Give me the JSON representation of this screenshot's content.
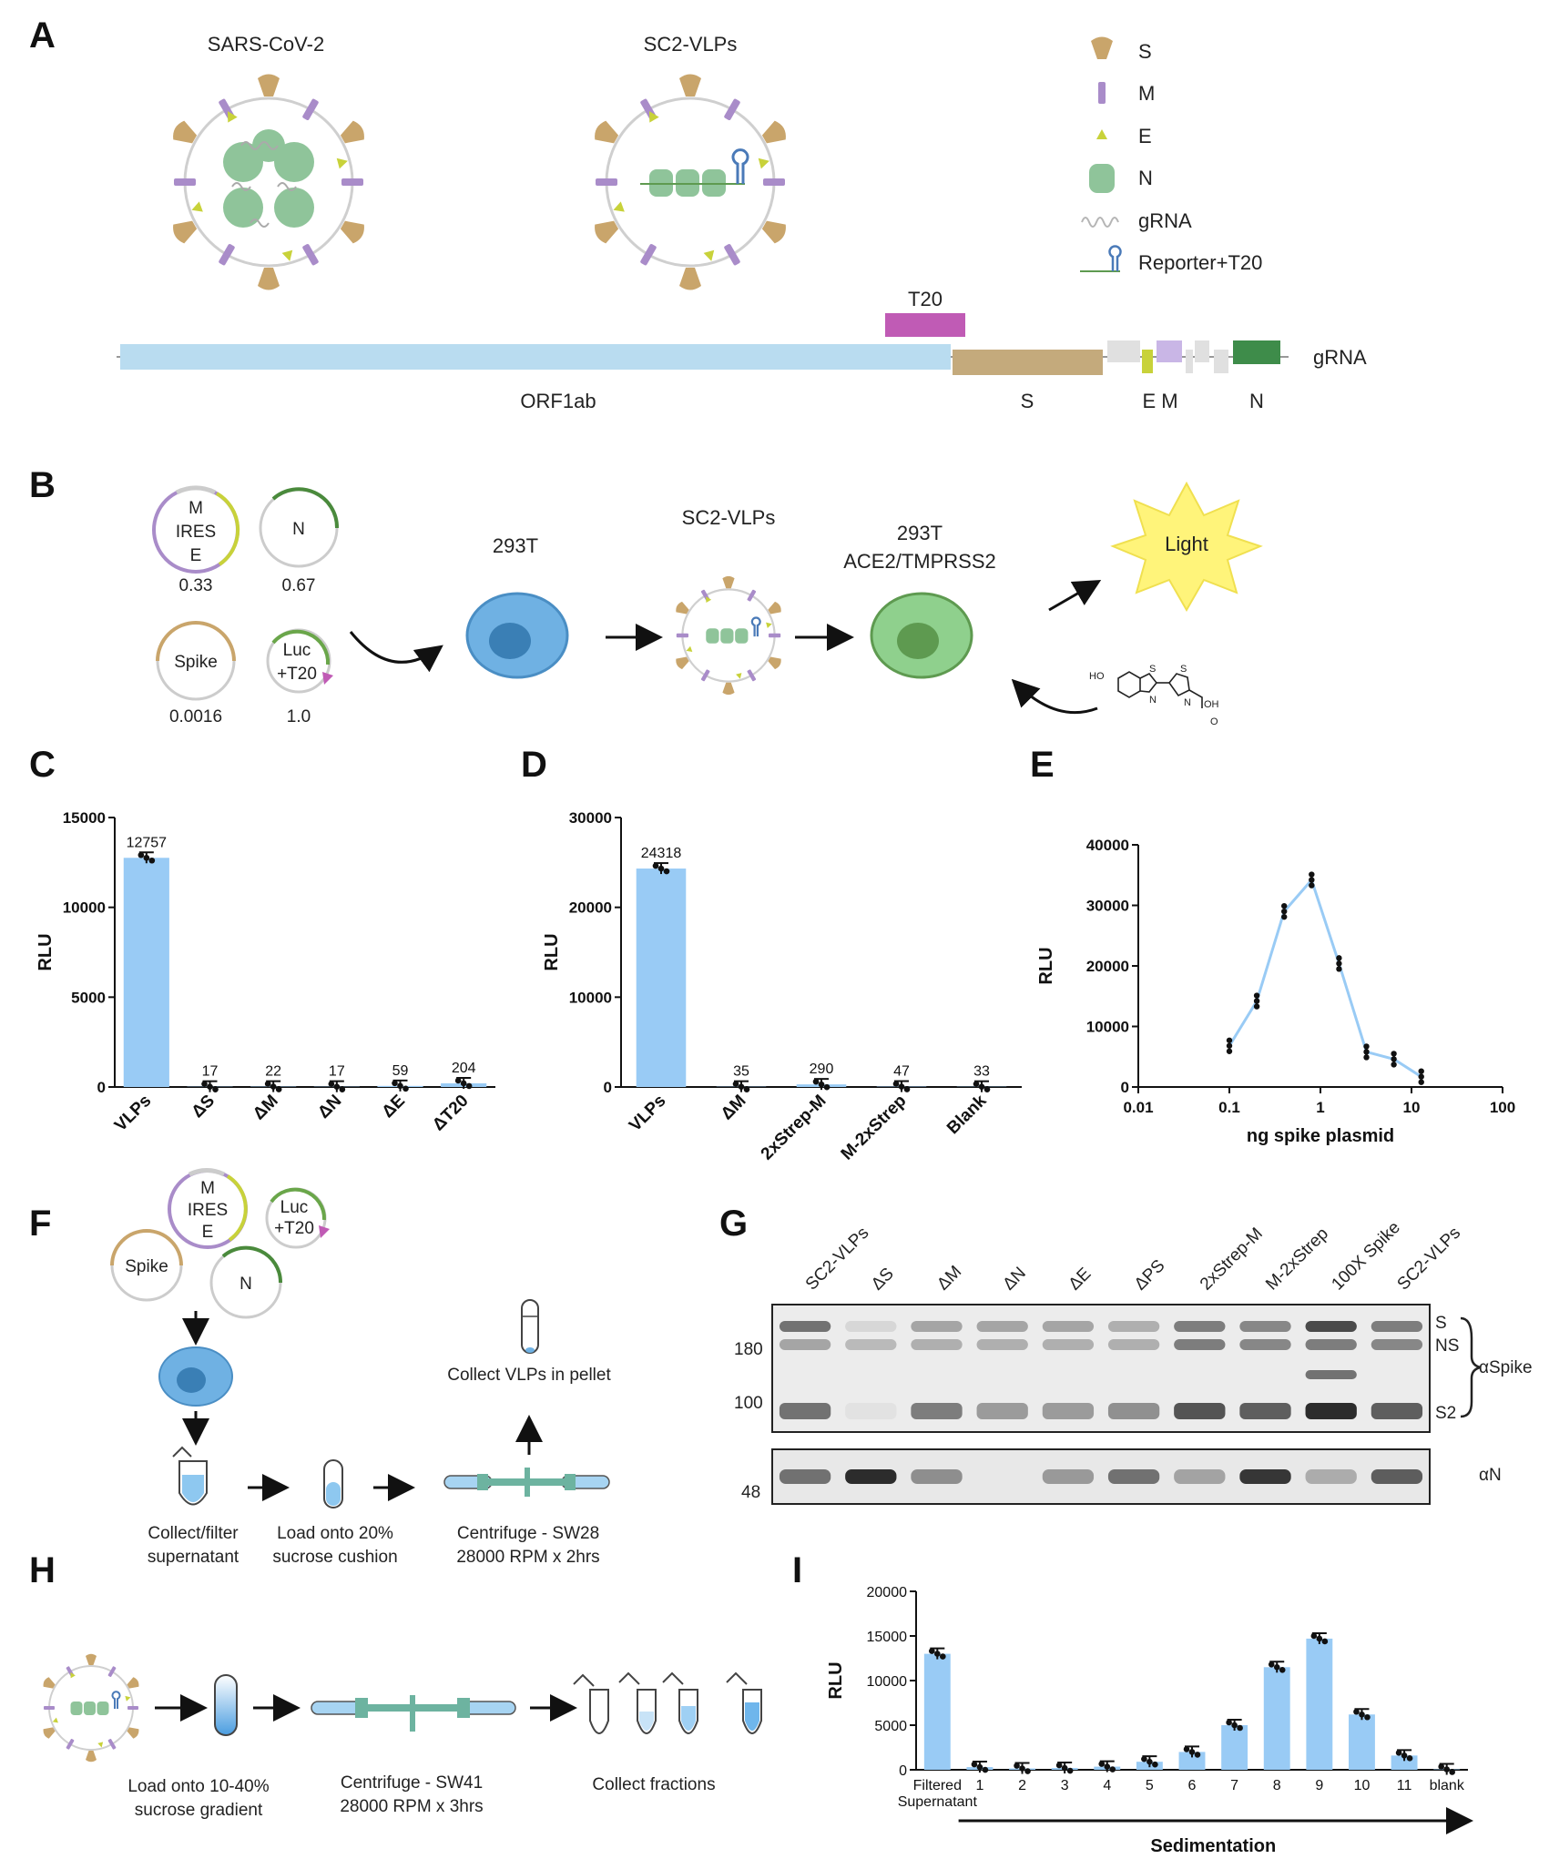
{
  "colors": {
    "spike": "#c9a56b",
    "membrane": "#a98cc9",
    "envelope": "#c8d23a",
    "nucleocapsid": "#8fc49a",
    "grna": "#b5b5b5",
    "reporter": "#4a7ab8",
    "bar": "#99cbf5",
    "line": "#99cbf5",
    "t20": "#c05bb5",
    "orf1ab": "#b9dcf0",
    "ngene": "#3e8c4a"
  },
  "panelA": {
    "label": "A",
    "virus1": "SARS-CoV-2",
    "virus2": "SC2-VLPs",
    "legend": [
      {
        "icon": "spike-icon",
        "text": "S"
      },
      {
        "icon": "membrane-icon",
        "text": "M"
      },
      {
        "icon": "envelope-icon",
        "text": "E"
      },
      {
        "icon": "nucleocapsid-icon",
        "text": "N"
      },
      {
        "icon": "grna-icon",
        "text": "gRNA"
      },
      {
        "icon": "reporter-icon",
        "text": "Reporter+T20"
      }
    ],
    "genome": {
      "t20": "T20",
      "orf1ab": "ORF1ab",
      "s": "S",
      "em": "E M",
      "n": "N",
      "grna": "gRNA"
    }
  },
  "panelB": {
    "label": "B",
    "plasmid_mie": [
      "M",
      "IRES",
      "E"
    ],
    "plasmid_n": "N",
    "plasmid_spike": "Spike",
    "plasmid_luc": [
      "Luc",
      "+T20"
    ],
    "ratios": [
      "0.33",
      "0.67",
      "0.0016",
      "1.0"
    ],
    "cell1": "293T",
    "vlp": "SC2-VLPs",
    "cell2": [
      "293T",
      "ACE2/TMPRSS2"
    ],
    "light": "Light"
  },
  "chart_data": [
    {
      "panel": "C",
      "type": "bar",
      "categories": [
        "VLPs",
        "ΔS",
        "ΔM",
        "ΔN",
        "ΔE",
        "ΔT20"
      ],
      "values": [
        12757,
        17,
        22,
        17,
        59,
        204
      ],
      "value_labels": [
        "12757",
        "17",
        "22",
        "17",
        "59",
        "204"
      ],
      "ylabel": "RLU",
      "ylim": [
        0,
        15000
      ],
      "yticks": [
        0,
        5000,
        10000,
        15000
      ]
    },
    {
      "panel": "D",
      "type": "bar",
      "categories": [
        "VLPs",
        "ΔM",
        "2xStrep-M",
        "M-2xStrep",
        "Blank"
      ],
      "values": [
        24318,
        35,
        290,
        47,
        33
      ],
      "value_labels": [
        "24318",
        "35",
        "290",
        "47",
        "33"
      ],
      "ylabel": "RLU",
      "ylim": [
        0,
        30000
      ],
      "yticks": [
        0,
        10000,
        20000,
        30000
      ]
    },
    {
      "panel": "E",
      "type": "line",
      "xscale": "log",
      "x": [
        0.1,
        0.2,
        0.4,
        0.8,
        1.6,
        3.2,
        6.4,
        12.8
      ],
      "y": [
        6800,
        14200,
        29000,
        34200,
        20400,
        5800,
        4600,
        1700
      ],
      "xlabel": "ng spike plasmid",
      "ylabel": "RLU",
      "xlim": [
        0.01,
        100
      ],
      "ylim": [
        0,
        40000
      ],
      "xticks": [
        "0.01",
        "0.1",
        "1",
        "10",
        "100"
      ],
      "yticks": [
        0,
        10000,
        20000,
        30000,
        40000
      ]
    },
    {
      "panel": "I",
      "type": "bar",
      "categories": [
        "Filtered Supernatant",
        "1",
        "2",
        "3",
        "4",
        "5",
        "6",
        "7",
        "8",
        "9",
        "10",
        "11",
        "blank"
      ],
      "values": [
        13000,
        300,
        150,
        200,
        350,
        900,
        2000,
        5000,
        11500,
        14700,
        6200,
        1600,
        50
      ],
      "ylabel": "RLU",
      "xlabel": "Sedimentation",
      "ylim": [
        0,
        20000
      ],
      "yticks": [
        0,
        5000,
        10000,
        15000,
        20000
      ]
    }
  ],
  "panelF": {
    "label": "F",
    "plasmid_mie": [
      "M",
      "IRES",
      "E"
    ],
    "plasmid_luc": [
      "Luc",
      "+T20"
    ],
    "plasmid_spike": "Spike",
    "plasmid_n": "N",
    "step1": [
      "Collect/filter",
      "supernatant"
    ],
    "step2": [
      "Load onto 20%",
      "sucrose cushion"
    ],
    "step3": [
      "Centrifuge - SW28",
      "28000 RPM x 2hrs"
    ],
    "step4": "Collect VLPs in pellet"
  },
  "panelG": {
    "label": "G",
    "lanes": [
      "SC2-VLPs",
      "ΔS",
      "ΔM",
      "ΔN",
      "ΔE",
      "ΔPS",
      "2xStrep-M",
      "M-2xStrep",
      "100X Spike",
      "SC2-VLPs"
    ],
    "mw_top": [
      "180",
      "100"
    ],
    "mw_bottom": "48",
    "bands": [
      "S",
      "NS",
      "S2"
    ],
    "ab_top": "αSpike",
    "ab_bottom": "αN"
  },
  "panelH": {
    "label": "H",
    "step1": [
      "Load onto 10-40%",
      "sucrose gradient"
    ],
    "step2": [
      "Centrifuge - SW41",
      "28000 RPM x 3hrs"
    ],
    "step3": "Collect fractions"
  },
  "panelI": {
    "label": "I",
    "cat_first": [
      "Filtered",
      "Supernatant"
    ]
  }
}
